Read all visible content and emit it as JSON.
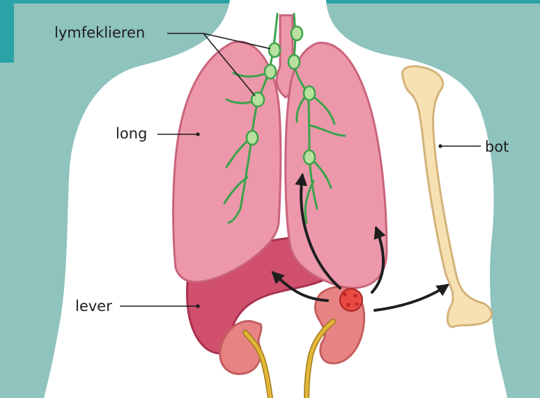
{
  "labels": {
    "lymph_nodes": "lymfeklieren",
    "lung": "long",
    "bone": "bot",
    "liver": "lever"
  },
  "colors": {
    "background": "#8fc3bd",
    "teal_band": "#2aa3a6",
    "body": "#ffffff",
    "lung": "#ec98aa",
    "lung_outline": "#c9637c",
    "liver": "#cf4f6d",
    "kidney": "#e78483",
    "tumor": "#e94a45",
    "ureter": "#e2b637",
    "bone": "#f7e1b3",
    "lymph_vessel": "#3aa34a",
    "lymph_node": "#b9e09e",
    "arrow": "#1e1e1e"
  }
}
